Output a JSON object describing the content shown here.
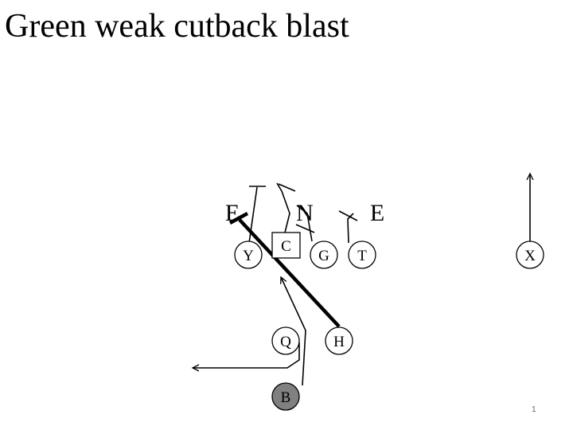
{
  "slide": {
    "title": "Green weak cutback blast",
    "page_number": "1"
  },
  "defense": [
    {
      "id": "de-left",
      "label": "E"
    },
    {
      "id": "nose",
      "label": "N"
    },
    {
      "id": "de-right",
      "label": "E"
    }
  ],
  "offense": [
    {
      "id": "y",
      "label": "Y",
      "shape": "circle",
      "fill": "#ffffff"
    },
    {
      "id": "c",
      "label": "C",
      "shape": "square",
      "fill": "#ffffff"
    },
    {
      "id": "g",
      "label": "G",
      "shape": "circle",
      "fill": "#ffffff"
    },
    {
      "id": "t",
      "label": "T",
      "shape": "circle",
      "fill": "#ffffff"
    },
    {
      "id": "x",
      "label": "X",
      "shape": "circle",
      "fill": "#ffffff"
    },
    {
      "id": "q",
      "label": "Q",
      "shape": "circle",
      "fill": "#ffffff"
    },
    {
      "id": "h",
      "label": "H",
      "shape": "circle",
      "fill": "#ffffff"
    },
    {
      "id": "b",
      "label": "B",
      "shape": "circle",
      "fill": "#808080"
    }
  ]
}
